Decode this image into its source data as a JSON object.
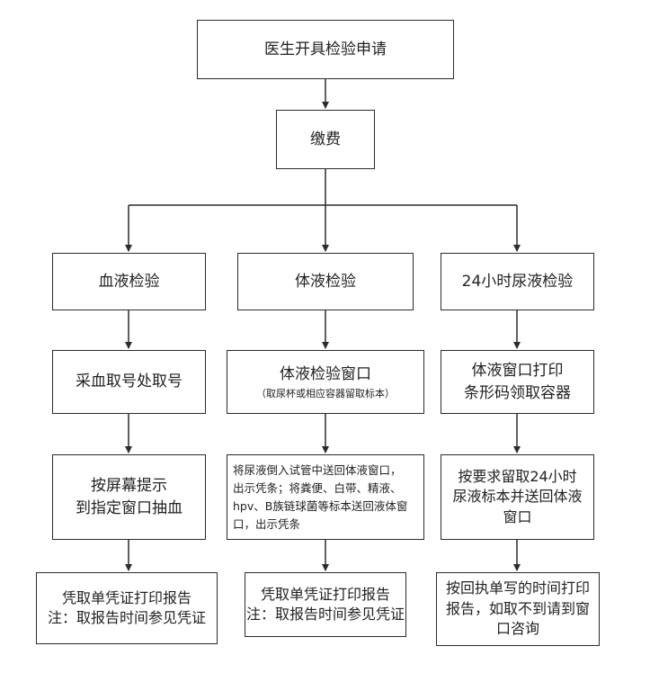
{
  "top": {
    "label": "医生开具检验申请"
  },
  "pay": {
    "label": "缴费"
  },
  "col_blood": {
    "type": "血液检验",
    "step1": "采血取号处取号",
    "step2": [
      "按屏幕提示",
      "到指定窗口抽血"
    ],
    "report": [
      "凭取单凭证打印报告",
      "注：取报告时间参见凭证"
    ]
  },
  "col_body": {
    "type": "体液检验",
    "step1": "体液检验窗口",
    "step1_note": "（取尿杯或相应容器留取标本）",
    "step2": [
      "将尿液倒入试管中送回体液窗口，",
      "出示凭条；将粪便、白带、精液、",
      "hpv、B族链球菌等标本送回液体窗",
      "口，出示凭条"
    ],
    "report": [
      "凭取单凭证打印报告",
      "注：取报告时间参见凭证"
    ]
  },
  "col_urine": {
    "type": "24小时尿液检验",
    "step1": [
      "体液窗口打印",
      "条形码领取容器"
    ],
    "step2": [
      "按要求留取24小时",
      "尿液标本并送回体液",
      "窗口"
    ],
    "report": [
      "按回执单写的时间打印",
      "报告，如取不到请到窗",
      "口咨询"
    ]
  },
  "colors": {
    "line": "#2b2b2b",
    "text": "#222222",
    "background": "#ffffff"
  }
}
